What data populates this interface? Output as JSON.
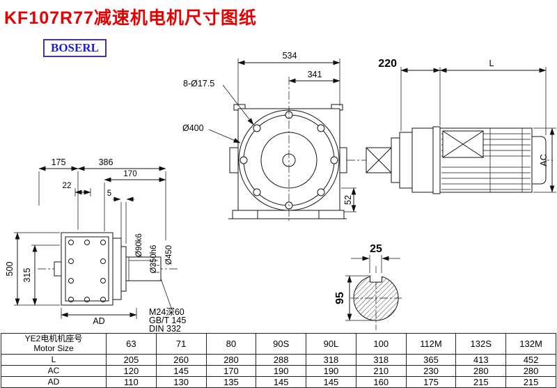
{
  "title": "KF107R77减速机电机尺寸图纸",
  "logo": "BOSERL",
  "dims": {
    "d534": "534",
    "d341": "341",
    "boltHoles": "8-Ø17.5",
    "d400": "Ø400",
    "d52": "52",
    "d220": "220",
    "dL": "L",
    "dAC": "AC",
    "d175": "175",
    "d386": "386",
    "d170": "170",
    "d22": "22",
    "d5": "5",
    "d500": "500",
    "d315": "315",
    "d90": "Ø90k6",
    "d350": "Ø350h6",
    "d450": "Ø450",
    "dAD": "AD",
    "note1": "M24深60",
    "note2": "GB/T 145",
    "note3": "DIN 332",
    "d25": "25",
    "d95": "95"
  },
  "table": {
    "header_cn": "YE2电机机座号",
    "header_en": "Motor Size",
    "sizes": [
      "63",
      "71",
      "80",
      "90S",
      "90L",
      "100",
      "112M",
      "132S",
      "132M"
    ],
    "rows": [
      {
        "label": "L",
        "values": [
          "205",
          "260",
          "280",
          "288",
          "318",
          "318",
          "365",
          "413",
          "452"
        ]
      },
      {
        "label": "AC",
        "values": [
          "120",
          "145",
          "170",
          "190",
          "190",
          "210",
          "230",
          "280",
          "280"
        ]
      },
      {
        "label": "AD",
        "values": [
          "110",
          "130",
          "135",
          "145",
          "145",
          "160",
          "175",
          "215",
          "215"
        ]
      }
    ]
  }
}
